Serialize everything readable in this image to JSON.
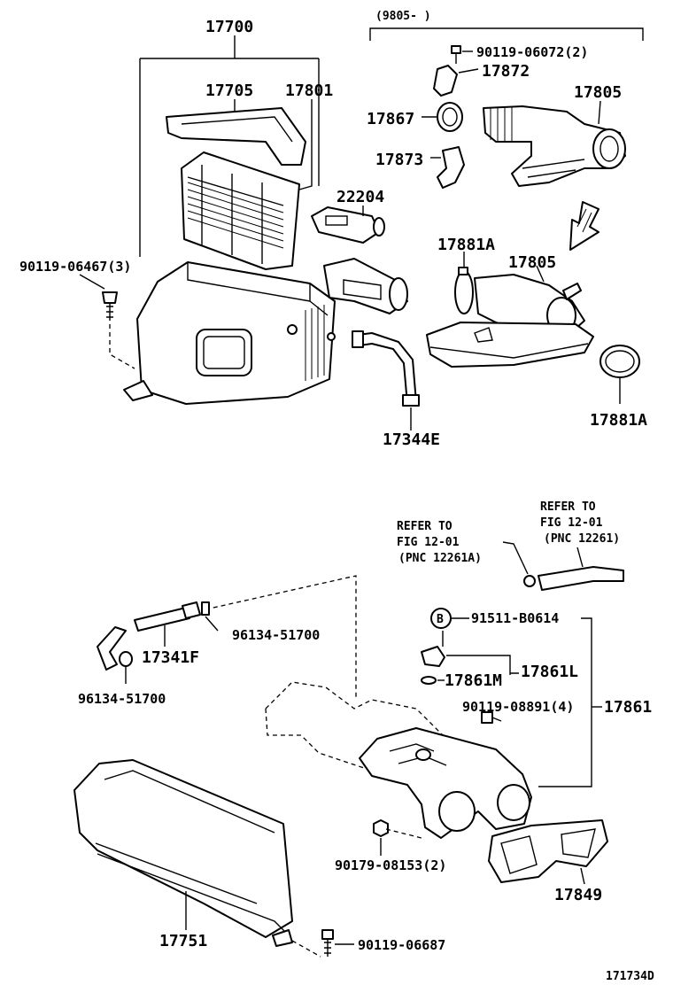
{
  "labels": {
    "l17700": "17700",
    "l17705": "17705",
    "l17801": "17801",
    "l9805": "(9805-      )",
    "l90119_06072": "90119-06072(2)",
    "l17872": "17872",
    "l17805a": "17805",
    "l17867": "17867",
    "l17873": "17873",
    "l22204": "22204",
    "l17881a_1": "17881A",
    "l17805b": "17805",
    "l90119_06467": "90119-06467(3)",
    "l17881a_2": "17881A",
    "l17344e": "17344E",
    "refer1_a": "REFER TO",
    "refer1_b": "FIG 12-01",
    "refer1_c": "(PNC 12261A)",
    "refer2_a": "REFER TO",
    "refer2_b": "FIG 12-01",
    "refer2_c": "(PNC 12261)",
    "l91511": "91511-B0614",
    "markB": "B",
    "l96134_a": "96134-51700",
    "l17341f": "17341F",
    "l17861l": "17861L",
    "l17861m": "17861M",
    "l96134_b": "96134-51700",
    "l90119_08891": "90119-08891(4)",
    "l17861": "17861",
    "l90179": "90179-08153(2)",
    "l17849": "17849",
    "l17751": "17751",
    "l90119_06687": "90119-06687",
    "l171734d": "171734D"
  }
}
